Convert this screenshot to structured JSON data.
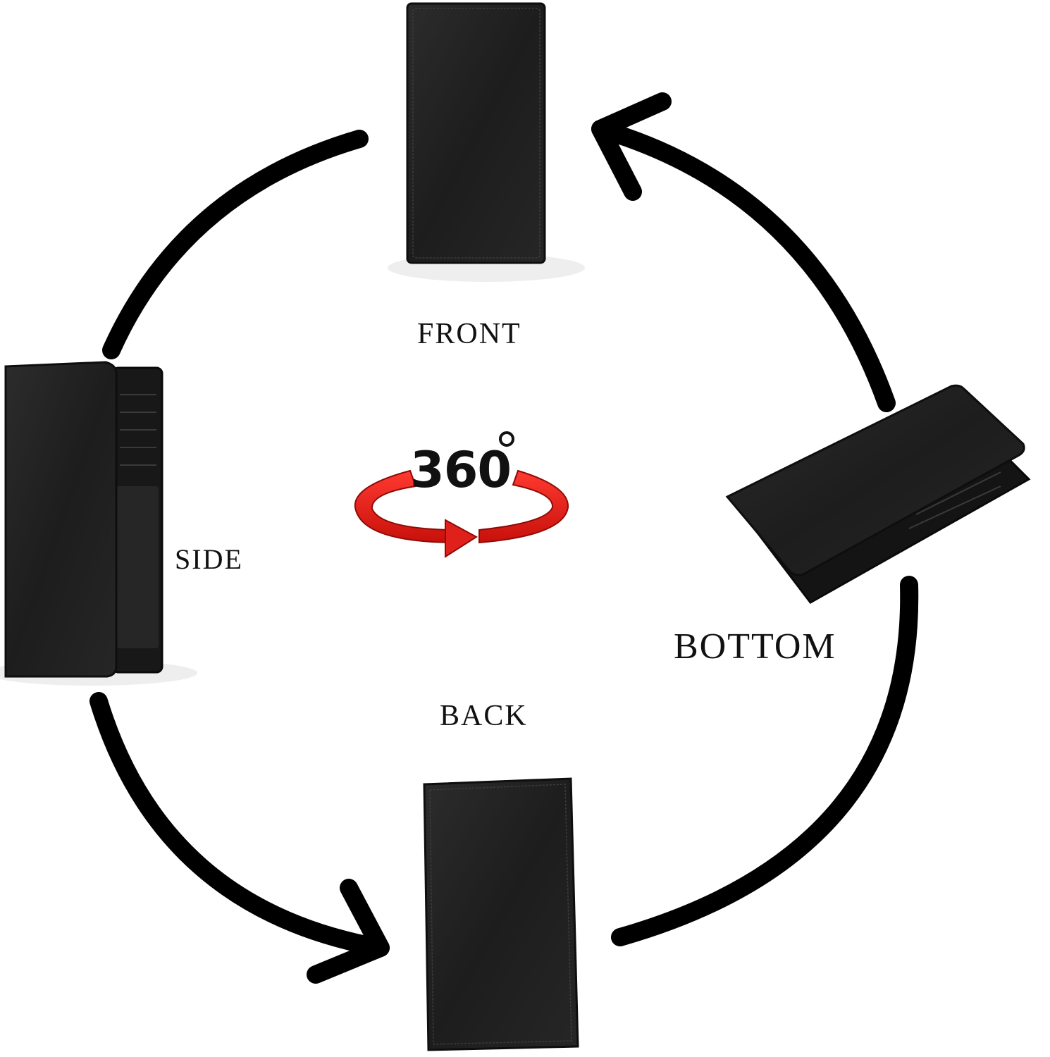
{
  "labels": {
    "front": "FRONT",
    "side": "SIDE",
    "bottom": "BOTTOM",
    "back": "BACK"
  },
  "rotation_badge": {
    "number": "360",
    "accent_color": "#e0201b",
    "icon": "rotate-360-icon"
  },
  "colors": {
    "arrow": "#000000",
    "wallet_leather": "#232323",
    "background": "#ffffff"
  }
}
